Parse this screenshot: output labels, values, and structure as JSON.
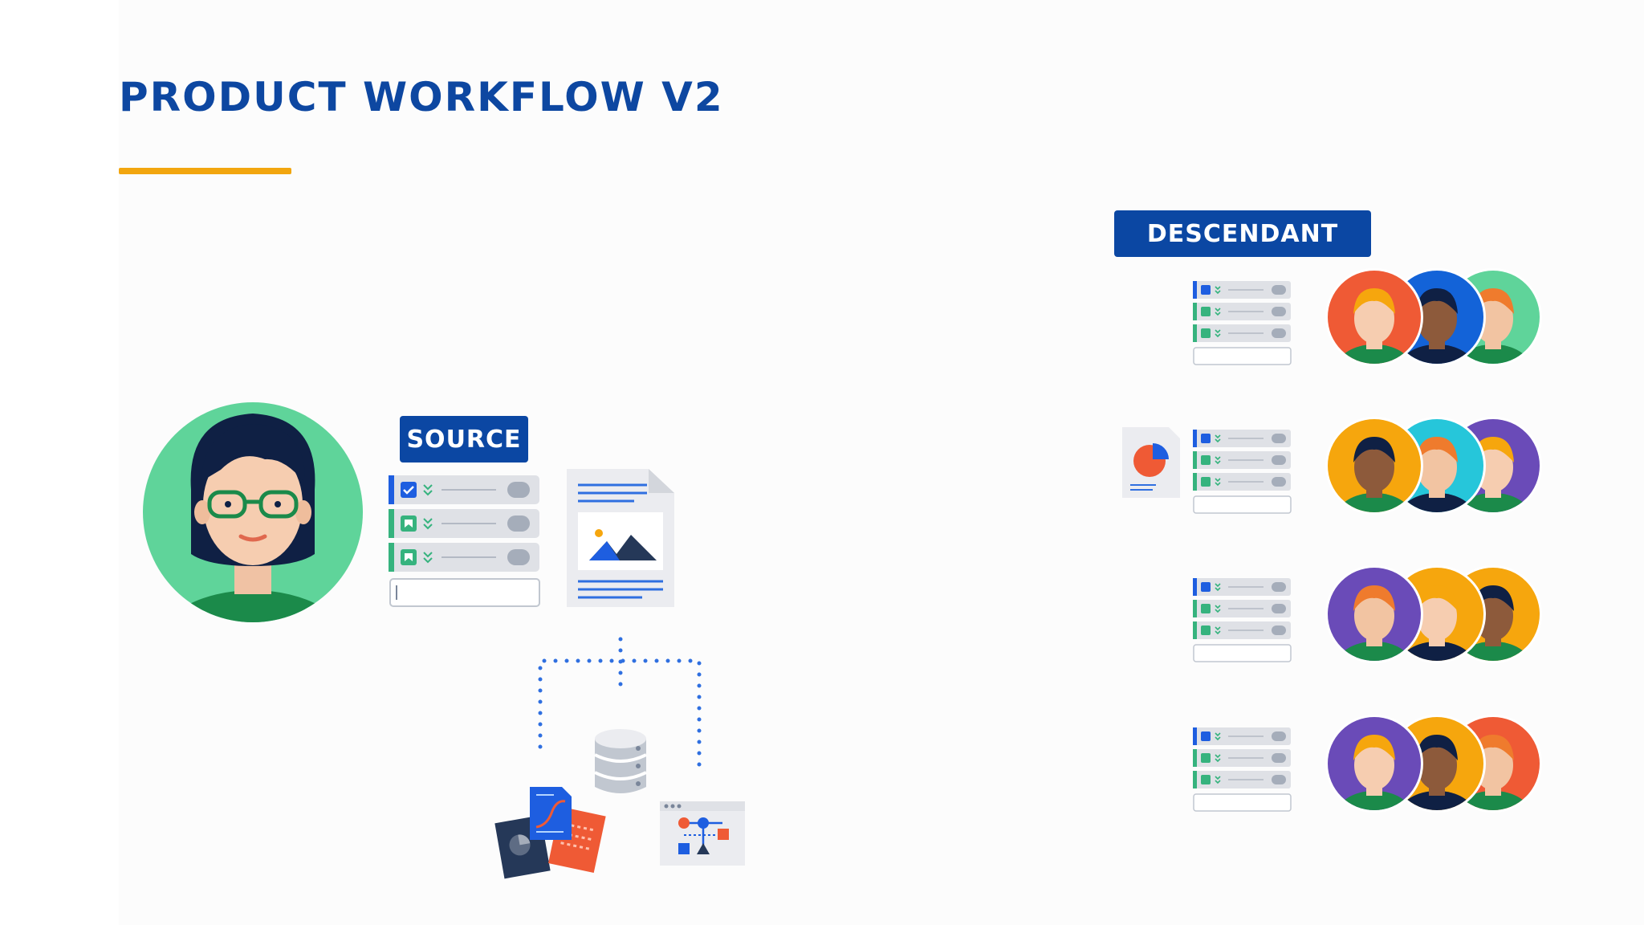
{
  "title": "PRODUCT WORKFLOW V2",
  "labels": {
    "source": "SOURCE",
    "descendant": "DESCENDANT"
  },
  "icons": {
    "source_person": "woman-with-glasses-avatar",
    "task_list": "checklist-icon",
    "document": "document-image-icon",
    "database": "database-icon",
    "files": "files-stack-icon",
    "flow": "flowchart-window-icon",
    "chart_doc": "pie-chart-document-icon"
  },
  "descendant_groups": [
    {
      "avatars": [
        "woman-glasses-avatar",
        "man-avatar",
        "bearded-man-avatar"
      ],
      "backgrounds": [
        "#ef5a35",
        "#1363d8",
        "#5fd49a"
      ]
    },
    {
      "avatars": [
        "man-avatar",
        "man-avatar",
        "woman-bun-avatar"
      ],
      "backgrounds": [
        "#f6a60d",
        "#26c6da",
        "#6a4bb8"
      ]
    },
    {
      "avatars": [
        "woman-hijab-avatar",
        "older-woman-avatar",
        "man-glasses-avatar"
      ],
      "backgrounds": [
        "#6a4bb8",
        "#f6a60d",
        "#f6a60d"
      ]
    },
    {
      "avatars": [
        "man-avatar",
        "woman-avatar",
        "woman-avatar"
      ],
      "backgrounds": [
        "#6a4bb8",
        "#f6a60d",
        "#ef5a35"
      ]
    }
  ],
  "colors": {
    "title": "#0d47a1",
    "accent": "#f2a60f",
    "tag": "#0b47a3",
    "source_avatar_bg": "#5fd49a",
    "connector": "#2f6fe0"
  }
}
